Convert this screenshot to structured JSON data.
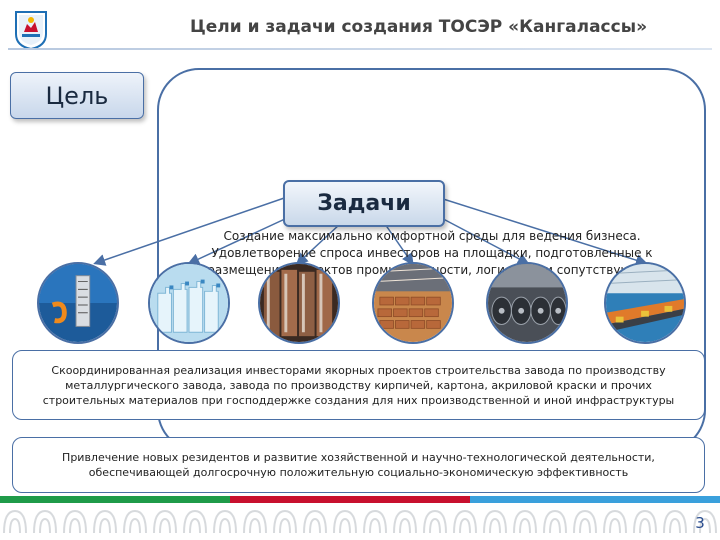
{
  "header": {
    "title": "Цели и задачи создания ТОСЭР «Кангалассы»"
  },
  "goal": {
    "label": "Цель"
  },
  "tasks": {
    "label": "Задачи",
    "lines": [
      "Создание максимально комфортной среды для ведения бизнеса.",
      "Удовлетворение спроса инвесторов на площадки, подготовленные к",
      "размещению объектов промышленности, логистики и сопутствующих"
    ]
  },
  "images": [
    {
      "icon": "metal-profile-icon"
    },
    {
      "icon": "plastic-bottles-icon"
    },
    {
      "icon": "pipes-icon"
    },
    {
      "icon": "brick-factory-icon"
    },
    {
      "icon": "cardboard-rolls-icon"
    },
    {
      "icon": "production-line-icon"
    }
  ],
  "box1": {
    "lines": [
      "Скоординированная реализация инвесторами якорных проектов строительства завода по производству",
      "металлургического завода, завода по производству кирпичей, картона, акриловой краски и прочих",
      "строительных материалов при господдержке создания для них производственной и иной инфраструктуры"
    ]
  },
  "box2": {
    "lines": [
      "Привлечение новых резидентов и развитие хозяйственной и научно-технологической деятельности,",
      "обеспечивающей долгосрочную положительную социально-экономическую эффективность"
    ]
  },
  "footer": {
    "page_number": "3",
    "stripe_colors": [
      "#1f9b49",
      "#c8102e",
      "#3aa0dc"
    ]
  },
  "colors": {
    "accent": "#4a6fa5",
    "title": "#444444"
  }
}
